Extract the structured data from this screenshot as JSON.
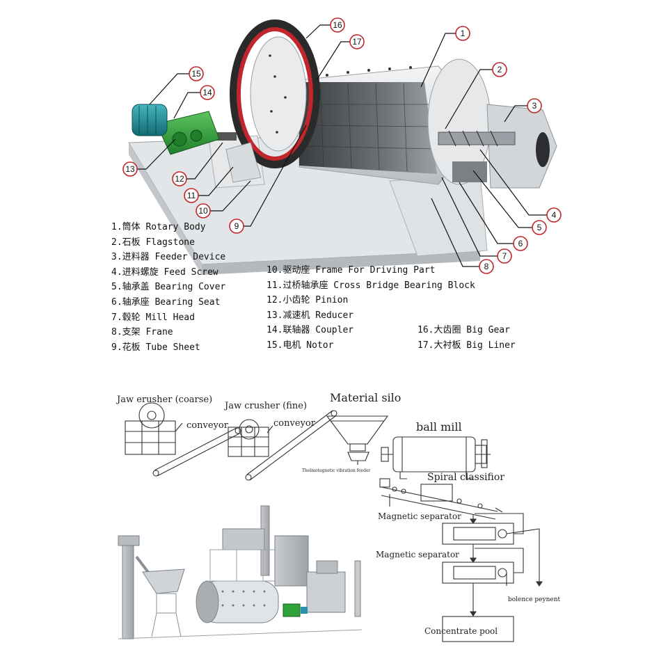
{
  "callouts": [
    "1",
    "2",
    "3",
    "4",
    "5",
    "6",
    "7",
    "8",
    "9",
    "10",
    "11",
    "12",
    "13",
    "14",
    "15",
    "16",
    "17"
  ],
  "parts": {
    "col1": [
      "1.筒体 Rotary Body",
      "2.石板 Flagstone",
      "3.进料器  Feeder Device",
      "4.进料螺旋  Feed Screw",
      "5.轴承盖  Bearing Cover",
      "6.轴承座  Bearing Seat",
      "7.毂轮  Mill Head",
      "8.支架  Frane",
      "9.花板  Tube Sheet"
    ],
    "col2": [
      "10.驱动座  Frame For Driving Part",
      "11.过桥轴承座 Cross Bridge Bearing Block",
      "12.小齿轮  Pinion",
      "13.减速机  Reducer",
      "14.联轴器  Coupler",
      "15.电机  Notor"
    ],
    "col3": [
      "16.大齿圈  Big Gear",
      "17.大衬板  Big Liner"
    ]
  },
  "flow": {
    "jaw_coarse": "Jaw erusher (coarse)",
    "jaw_fine": "Jaw crusher (fine)",
    "conveyor1": "conveyor",
    "conveyor2": "conveyor",
    "silo": "Material silo",
    "feeder_small": "Thelmotagnetic vibration feeder",
    "ball_mill": "ball mill",
    "classifier": "Spiral classifior",
    "mag1": "Magnetic separator",
    "mag2": "Magnetic separator",
    "tailings": "bolence peynent",
    "concentrate": "Concentrate pool"
  },
  "colors": {
    "callout_ring": "#c0262b",
    "gear_red": "#c0262b",
    "motor_teal": "#1f8f98",
    "reducer_green": "#2fa23a",
    "steel_grey": "#cfd3d6"
  }
}
